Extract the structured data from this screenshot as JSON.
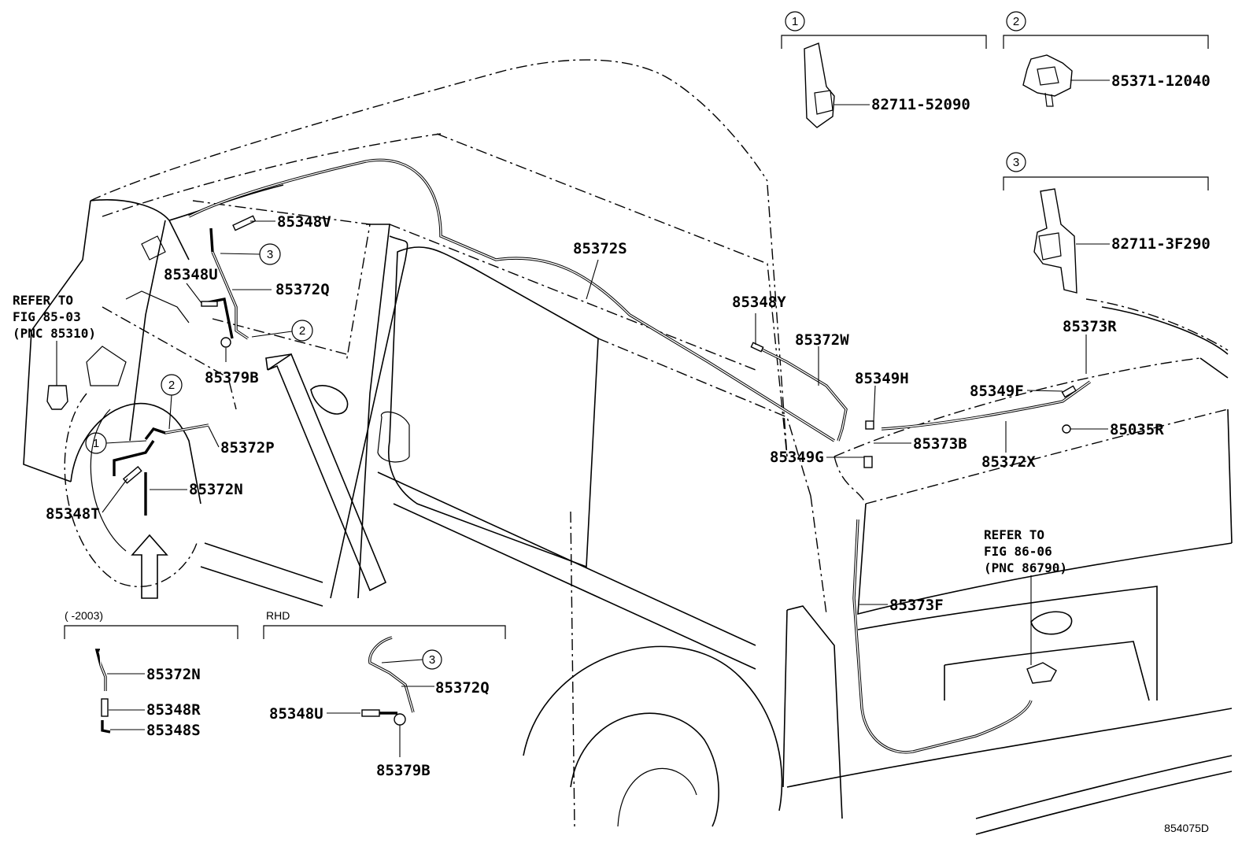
{
  "callouts": {
    "c1": "1",
    "c2": "2",
    "c3": "3"
  },
  "insets": {
    "inset1": {
      "callout": "1",
      "part": "82711-52090"
    },
    "inset2": {
      "callout": "2",
      "part": "85371-12040"
    },
    "inset3": {
      "callout": "3",
      "part": "82711-3F290"
    },
    "inset_2003": {
      "header": "(      -2003)",
      "parts": [
        "85372N",
        "85348R",
        "85348S"
      ]
    },
    "inset_rhd": {
      "header": "RHD",
      "parts": [
        "85372Q",
        "85348U",
        "85379B"
      ]
    }
  },
  "labels": {
    "p85348V": "85348V",
    "p85372S": "85372S",
    "p85348U": "85348U",
    "p85372Q": "85372Q",
    "p85379B": "85379B",
    "p85372P": "85372P",
    "p85372N": "85372N",
    "p85348T": "85348T",
    "p85348Y": "85348Y",
    "p85372W": "85372W",
    "p85349H": "85349H",
    "p85349F": "85349F",
    "p85373R": "85373R",
    "p85035R": "85035R",
    "p85373B": "85373B",
    "p85349G": "85349G",
    "p85372X": "85372X",
    "p85373F": "85373F"
  },
  "references": {
    "front": [
      "REFER TO",
      "FIG 85-03",
      "(PNC 85310)"
    ],
    "rear": [
      "REFER TO",
      "FIG 86-06",
      "(PNC 86790)"
    ]
  },
  "figure_id": "854075D"
}
